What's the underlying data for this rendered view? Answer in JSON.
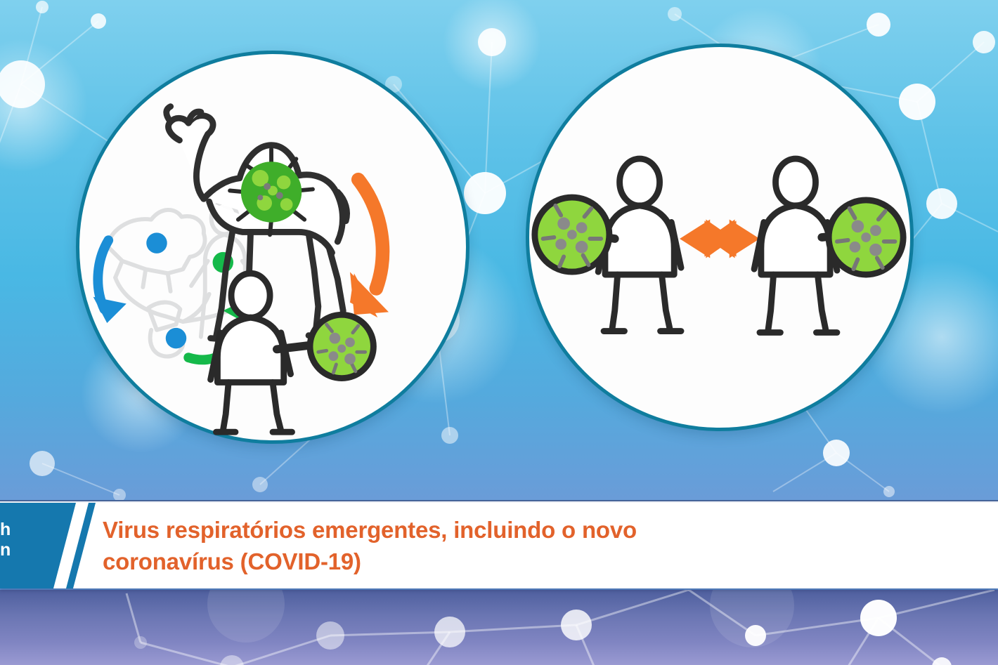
{
  "slide": {
    "title_line_1": "Virus respiratórios emergentes, incluindo o novo",
    "title_line_2": "coronavírus (COVID-19)",
    "title_full": "Virus respiratórios emergentes, incluindo o novo coronavírus (COVID-19)",
    "logo_partial_text": "h\nn"
  },
  "colors": {
    "accent_orange": "#f07a2e",
    "caption_orange": "#e2622b",
    "circle_border_teal": "#0f7d9e",
    "logo_panel_blue": "#1578ae",
    "virus_green": "#8ed23f",
    "virus_green_dark": "#35ab2b",
    "arrow_blue": "#1b8ed6",
    "arrow_green": "#15b94a",
    "background_blue_top": "#7fd0ee",
    "background_blue_bottom": "#6a9cd8",
    "background_purple": "#8085c2",
    "caption_background": "#ffffff"
  },
  "panels": [
    {
      "id": "panel-zoonotic-transmission",
      "name": "animal-to-human-transmission",
      "shape": "circle",
      "elements": [
        {
          "name": "camel-illustration",
          "label": "camel"
        },
        {
          "name": "virus-particle-on-camel",
          "label": "virus particle"
        },
        {
          "name": "ghost-animal-human-transmission",
          "label": "faded animal to human transmission diagram"
        },
        {
          "name": "blue-transmission-arrow",
          "label": "blue arrow"
        },
        {
          "name": "green-transmission-arrow",
          "label": "green arrow"
        },
        {
          "name": "orange-down-arrow",
          "label": "orange curved arrow pointing down"
        },
        {
          "name": "human-figure",
          "label": "person"
        },
        {
          "name": "magnifier-with-virus",
          "label": "magnifying glass showing virus"
        }
      ]
    },
    {
      "id": "panel-human-to-human-transmission",
      "name": "human-to-human-transmission",
      "shape": "circle",
      "elements": [
        {
          "name": "human-figure-left",
          "label": "person on left"
        },
        {
          "name": "magnifier-with-virus-left",
          "label": "magnifying glass showing virus"
        },
        {
          "name": "orange-double-arrow",
          "label": "orange double-headed arrow"
        },
        {
          "name": "human-figure-right",
          "label": "person on right"
        },
        {
          "name": "magnifier-with-virus-right",
          "label": "magnifying glass showing virus"
        }
      ]
    }
  ]
}
